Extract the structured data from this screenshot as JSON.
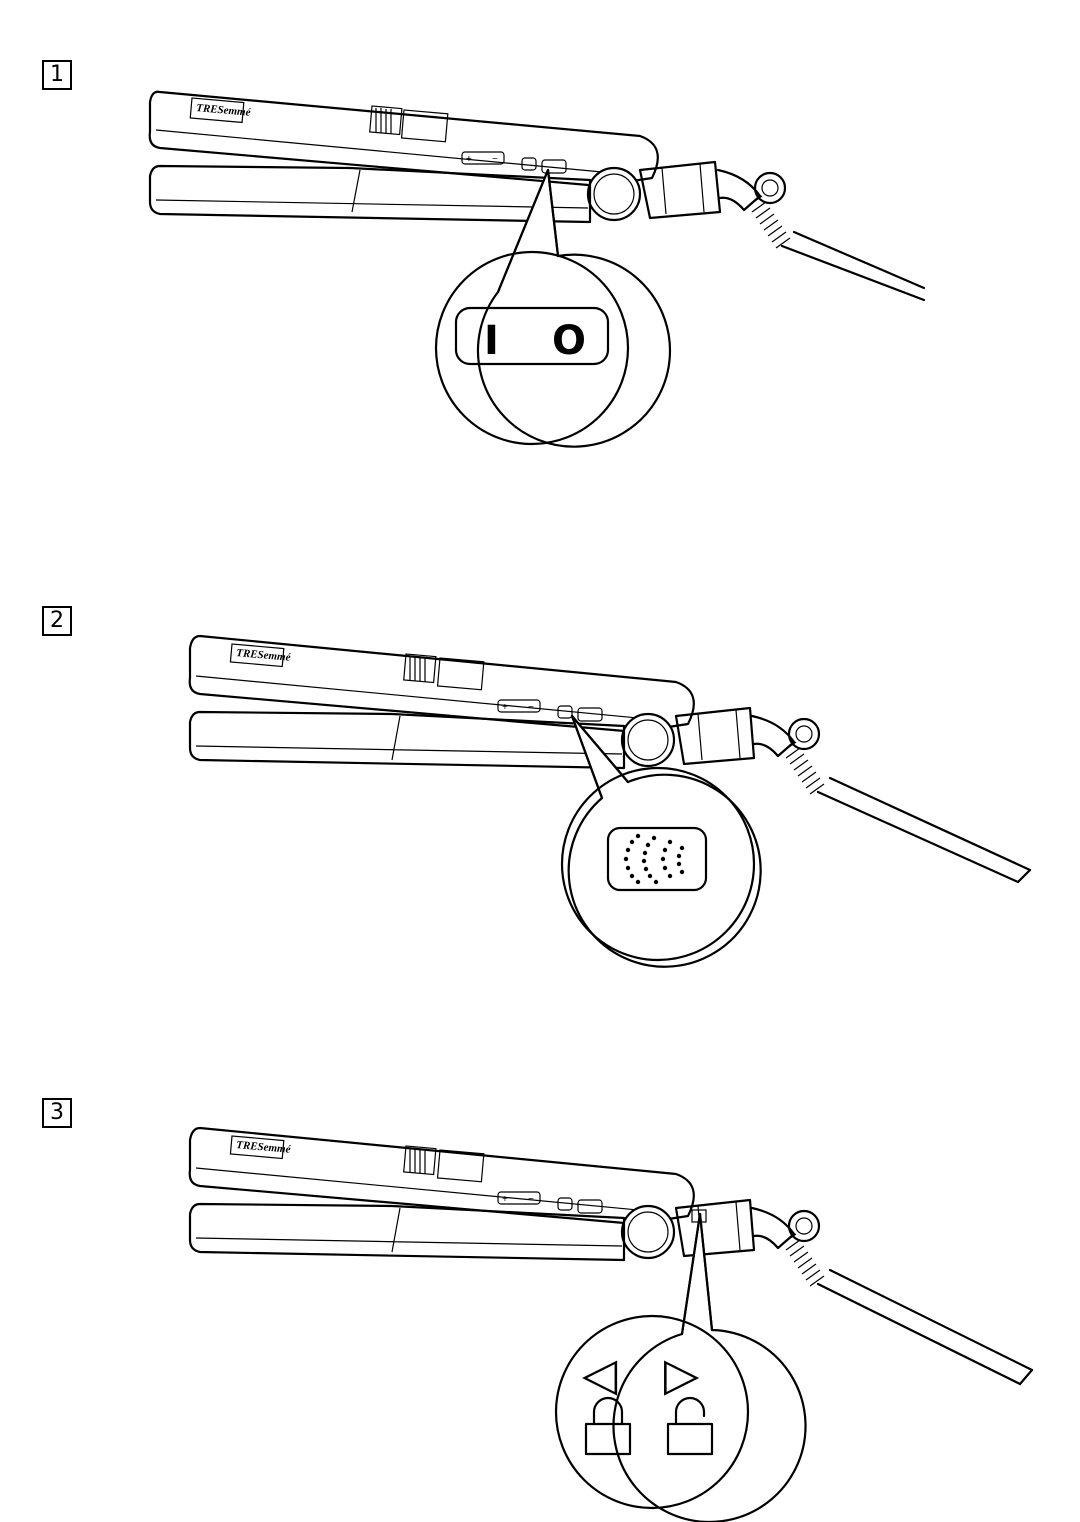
{
  "steps": [
    {
      "number": "1",
      "callout": "power-switch",
      "switch_on": "I",
      "switch_off": "O"
    },
    {
      "number": "2",
      "callout": "heat-mode-button"
    },
    {
      "number": "3",
      "callout": "plate-lock",
      "lock_arrow_left": "◁",
      "lock_arrow_right": "▷"
    }
  ],
  "device": {
    "brand": "TRESemmé",
    "temp_plus": "+",
    "temp_minus": "−"
  }
}
